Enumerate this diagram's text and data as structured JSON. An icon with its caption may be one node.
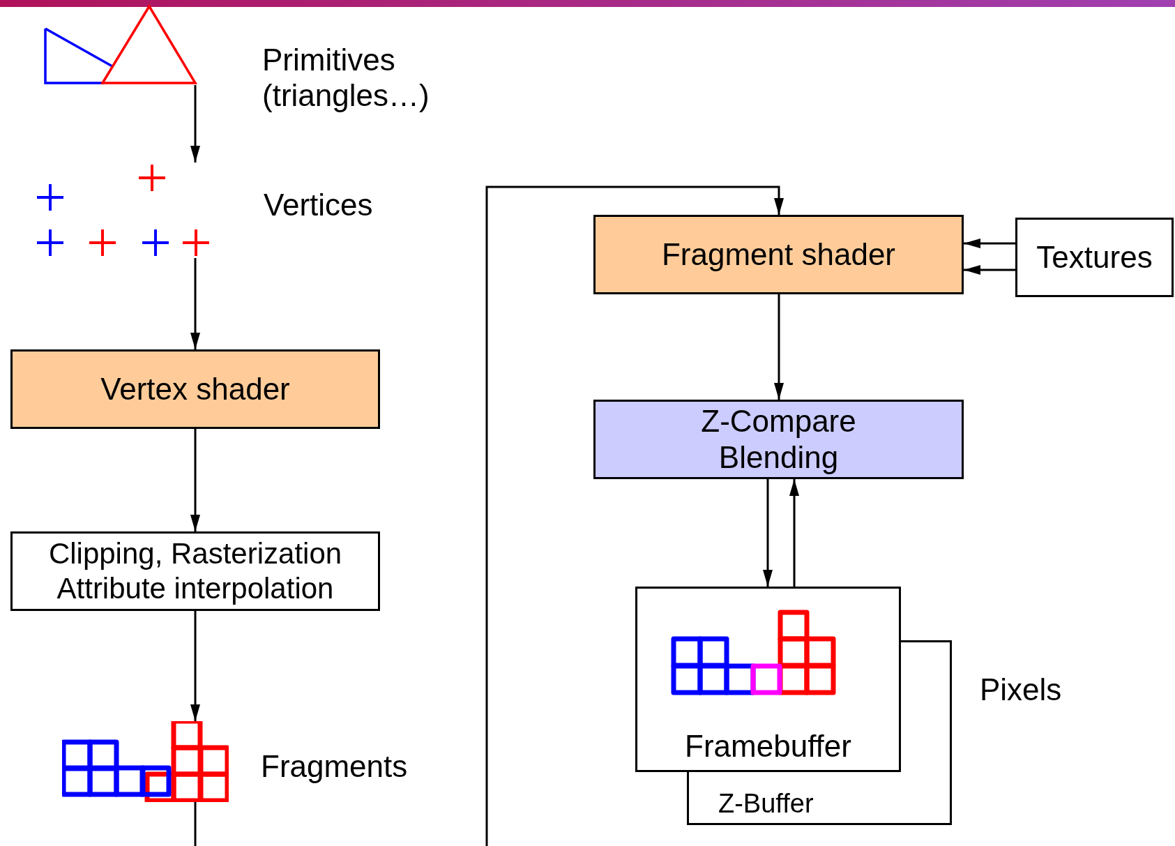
{
  "diagram": {
    "nodes": [
      {
        "text": [],
        "shape": "picture",
        "beside": [
          "Primitives (triangles…)"
        ]
      },
      {
        "text": [],
        "shape": "picture",
        "beside": [
          "Vertices"
        ]
      },
      {
        "text": [
          "Vertex shader"
        ]
      },
      {
        "text": [
          "Clipping, Rasterization Attribute interpolation"
        ]
      },
      {
        "text": [],
        "shape": "picture",
        "beside": [
          "Fragments"
        ]
      },
      {
        "text": [
          "Fragment shader"
        ]
      },
      {
        "text": [
          "Textures"
        ]
      },
      {
        "text": [
          "Z-Compare Blending"
        ]
      },
      {
        "text": [
          "Z-Buffer"
        ]
      },
      {
        "text": [
          "Framebuffer"
        ]
      }
    ],
    "edges": [
      {
        "from": 0,
        "to": 1,
        "arrow": "to"
      },
      {
        "from": 1,
        "to": 2,
        "arrow": "to"
      },
      {
        "from": 2,
        "to": 3,
        "arrow": "to"
      },
      {
        "from": 3,
        "to": 4,
        "arrow": "to"
      },
      {
        "from": 4,
        "to": 5,
        "arrow": "to"
      },
      {
        "from": 5,
        "to": 7,
        "arrow": "to"
      },
      {
        "from": 6,
        "to": 5,
        "arrow": "to"
      },
      {
        "from": 6,
        "to": 5,
        "arrow": "to"
      },
      {
        "from": 7,
        "to": 9,
        "arrow": "to"
      },
      {
        "from": 9,
        "to": 7,
        "arrow": "to"
      }
    ],
    "labels": [
      "Pixels"
    ]
  }
}
